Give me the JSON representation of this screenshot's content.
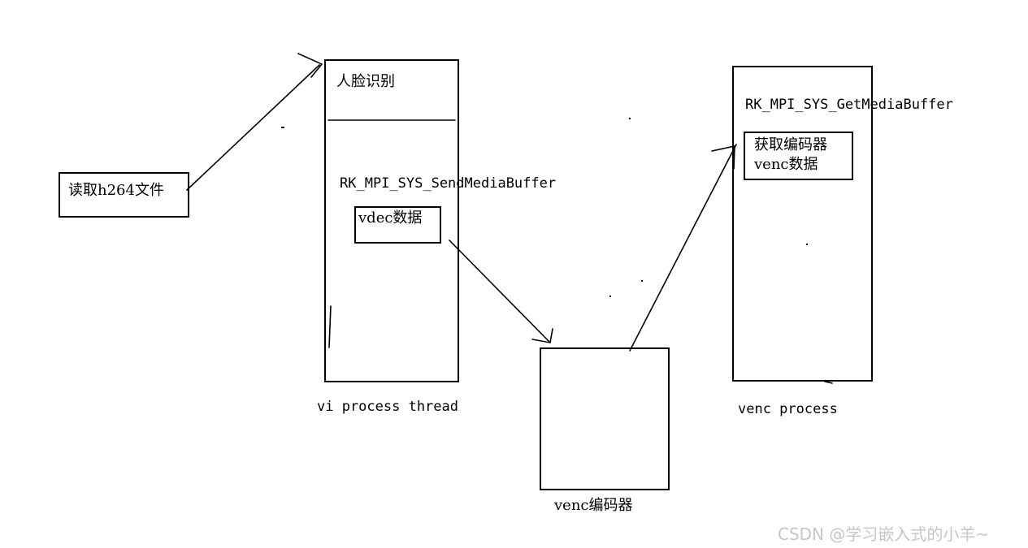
{
  "read_file": {
    "label": "读取h264文件"
  },
  "vi_process": {
    "title": "人脸识别",
    "send_call": "RK_MPI_SYS_SendMediaBuffer",
    "data_box": "vdec数据",
    "caption": "vi process thread"
  },
  "encoder": {
    "caption": "venc编码器"
  },
  "venc_process": {
    "get_call": "RK_MPI_SYS_GetMediaBuffer",
    "data_box": "获取编码器\nvenc数据",
    "caption": "venc process"
  },
  "watermark": "CSDN @学习嵌入式的小羊~"
}
